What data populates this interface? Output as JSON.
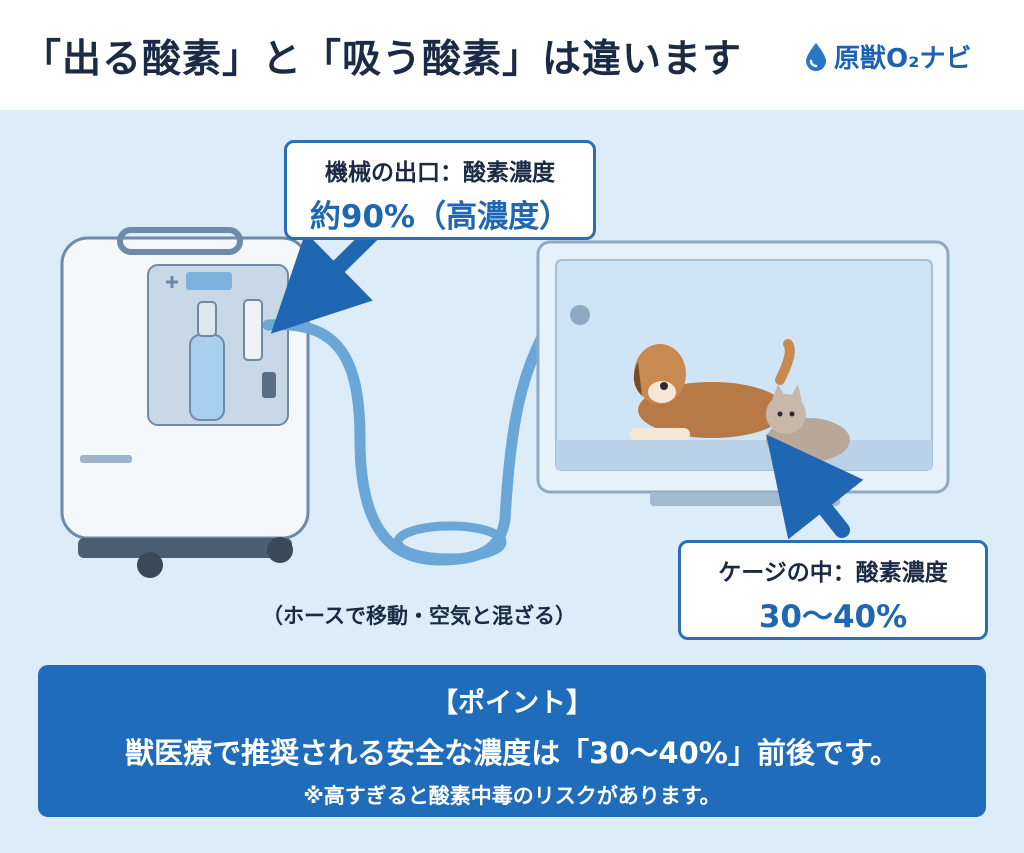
{
  "header": {
    "title": "「出る酸素」と「吸う酸素」は違います",
    "brand": "原獣O₂ナビ",
    "brand_icon": "water-drop-icon"
  },
  "callouts": {
    "machine_label": "機械の出口：酸素濃度",
    "machine_value": "約90%（高濃度）",
    "cage_label": "ケージの中：酸素濃度",
    "cage_value": "30〜40%"
  },
  "hose_note": "（ホースで移動・空気と混ざる）",
  "point": {
    "heading": "【ポイント】",
    "main": "獣医療で推奨される安全な濃度は「30〜40%」前後です。",
    "note": "※高すぎると酸素中毒のリスクがあります。"
  },
  "colors": {
    "panel_bg": "#dcecf8",
    "accent_blue": "#1f6cba",
    "title_text": "#1b2b45"
  }
}
